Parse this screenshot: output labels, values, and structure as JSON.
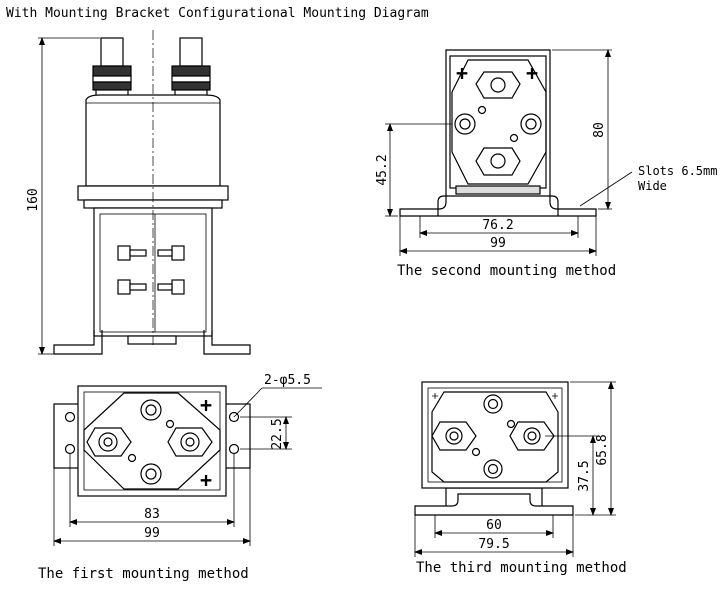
{
  "title": "With Mounting Bracket Configurational Mounting Diagram",
  "side_view": {
    "height_dim": "160"
  },
  "second_method": {
    "caption": "The second mounting method",
    "height_dim": "80",
    "inner_height_dim": "45.2",
    "slot_note_line1": "Slots 6.5mm",
    "slot_note_line2": "Wide",
    "inner_width_dim": "76.2",
    "outer_width_dim": "99",
    "plus_label": "+"
  },
  "first_method": {
    "caption": "The first mounting method",
    "hole_note": "2-φ5.5",
    "spacing_dim": "22.5",
    "inner_width_dim": "83",
    "outer_width_dim": "99",
    "plus_label": "+"
  },
  "third_method": {
    "caption": "The third mounting method",
    "outer_height_dim": "65.8",
    "inner_height_dim": "37.5",
    "inner_width_dim": "60",
    "outer_width_dim": "79.5"
  }
}
